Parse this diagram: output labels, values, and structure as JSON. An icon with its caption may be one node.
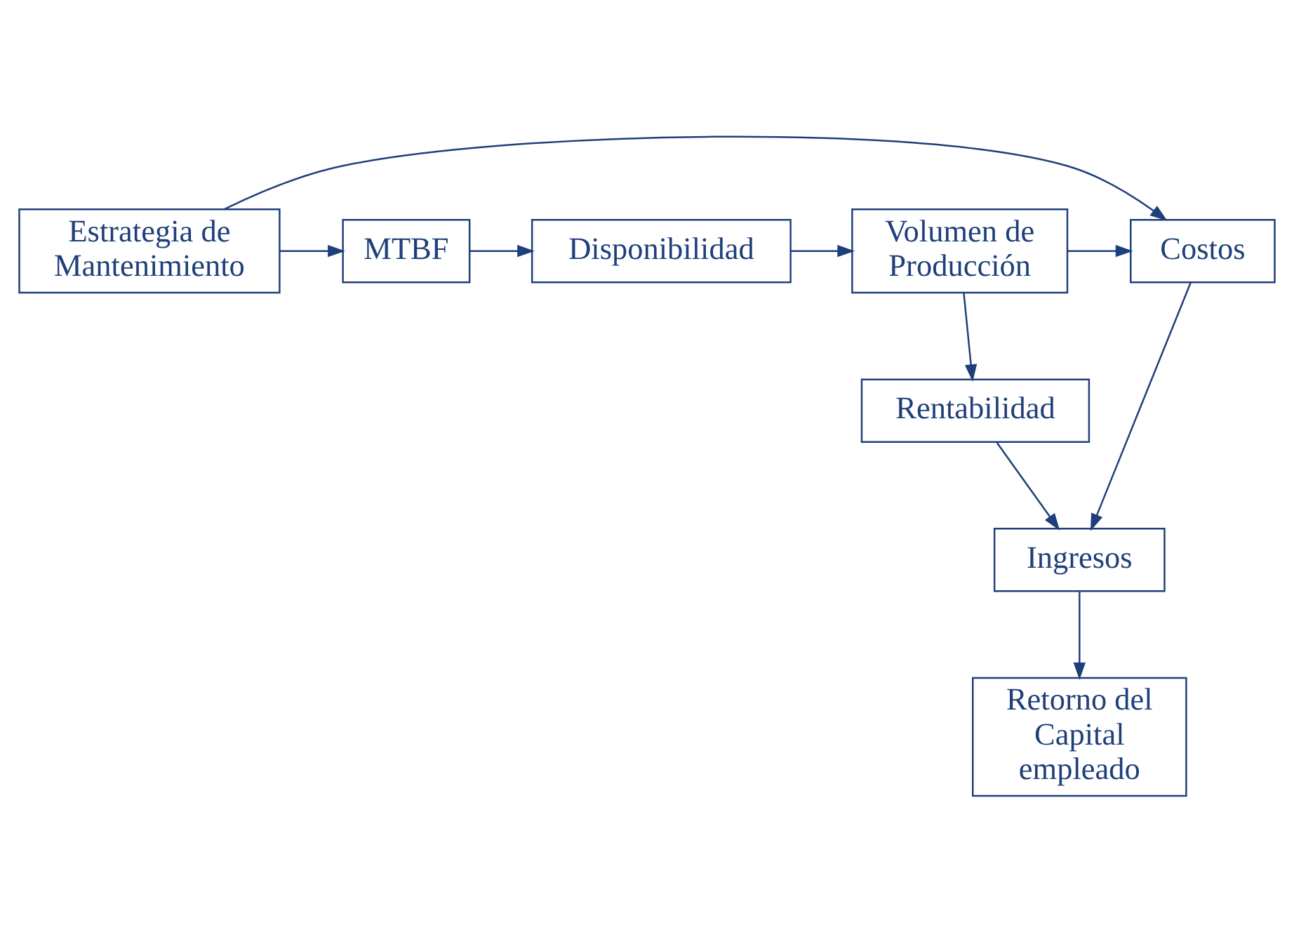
{
  "diagram": {
    "nodes": [
      {
        "text": [
          "Estrategia de Mantenimiento"
        ]
      },
      {
        "text": [
          "MTBF"
        ]
      },
      {
        "text": [
          "Disponibilidad"
        ]
      },
      {
        "text": [
          "Volumen de Producción"
        ]
      },
      {
        "text": [
          "Costos"
        ]
      },
      {
        "text": [
          "Rentabilidad"
        ]
      },
      {
        "text": [
          "Ingresos"
        ]
      },
      {
        "text": [
          "Retorno del Capital empleado"
        ]
      }
    ],
    "edges": [
      {
        "from": 0,
        "to": 1,
        "arrow": "to"
      },
      {
        "from": 1,
        "to": 2,
        "arrow": "to"
      },
      {
        "from": 2,
        "to": 3,
        "arrow": "to"
      },
      {
        "from": 0,
        "to": 4,
        "arrow": "to"
      },
      {
        "from": 3,
        "to": 4,
        "arrow": "to"
      },
      {
        "from": 3,
        "to": 5,
        "arrow": "to"
      },
      {
        "from": 4,
        "to": 6,
        "arrow": "to"
      },
      {
        "from": 5,
        "to": 6,
        "arrow": "to"
      },
      {
        "from": 6,
        "to": 7,
        "arrow": "to"
      }
    ]
  }
}
